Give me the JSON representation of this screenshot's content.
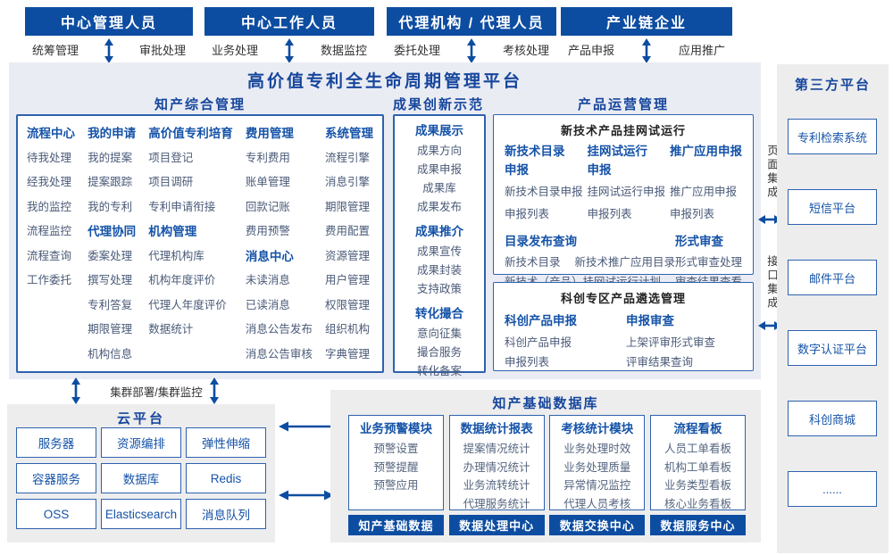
{
  "colors": {
    "header_bg": "#0d4da1",
    "box_border": "#2e62ae",
    "title_text": "#16469c",
    "heading_text": "#1553a8",
    "item_text": "#4a5a78",
    "platform_bg": "#eaecf4",
    "gray_bg": "#ededee"
  },
  "top_groups": [
    {
      "title": "中心管理人员",
      "left": "统筹管理",
      "right": "审批处理"
    },
    {
      "title": "中心工作人员",
      "left": "业务处理",
      "right": "数据监控"
    },
    {
      "title": "代理机构 / 代理人员",
      "left": "委托处理",
      "right": "考核处理"
    },
    {
      "title": "产业链企业",
      "left": "产品申报",
      "right": "应用推广"
    }
  ],
  "platform_title": "高价值专利全生命周期管理平台",
  "ip_mgmt": {
    "title": "知产综合管理",
    "columns": [
      {
        "groups": [
          {
            "heading": "流程中心",
            "items": [
              "待我处理",
              "经我处理",
              "我的监控",
              "流程监控",
              "流程查询",
              "工作委托"
            ]
          }
        ]
      },
      {
        "groups": [
          {
            "heading": "我的申请",
            "items": [
              "我的提案",
              "提案跟踪",
              "我的专利"
            ]
          },
          {
            "heading": "代理协同",
            "items": [
              "委案处理",
              "撰写处理",
              "专利答复",
              "期限管理",
              "机构信息"
            ]
          }
        ]
      },
      {
        "groups": [
          {
            "heading": "高价值专利培育",
            "items": [
              "项目登记",
              "项目调研",
              "专利申请衔接"
            ]
          },
          {
            "heading": "机构管理",
            "items": [
              "代理机构库",
              "机构年度评价",
              "代理人年度评价",
              "数据统计"
            ]
          }
        ]
      },
      {
        "groups": [
          {
            "heading": "费用管理",
            "items": [
              "专利费用",
              "账单管理",
              "回款记账",
              "费用预警"
            ]
          },
          {
            "heading": "消息中心",
            "items": [
              "未读消息",
              "已读消息",
              "消息公告发布",
              "消息公告审核"
            ]
          }
        ]
      },
      {
        "groups": [
          {
            "heading": "系统管理",
            "items": [
              "流程引擎",
              "消息引擎",
              "期限管理",
              "费用配置",
              "资源管理",
              "用户管理",
              "权限管理",
              "组织机构",
              "字典管理"
            ]
          }
        ]
      }
    ]
  },
  "achievement": {
    "title": "成果创新示范",
    "groups": [
      {
        "heading": "成果展示",
        "items": [
          "成果方向",
          "成果申报",
          "成果库",
          "成果发布"
        ]
      },
      {
        "heading": "成果推介",
        "items": [
          "成果宣传",
          "成果封装",
          "支持政策"
        ]
      },
      {
        "heading": "转化撮合",
        "items": [
          "意向征集",
          "撮合服务",
          "转化备案"
        ]
      }
    ]
  },
  "product_ops": {
    "title": "产品运营管理",
    "trial_box": {
      "subtitle": "新技术产品挂网试运行",
      "columns": [
        {
          "heading": "新技术目录申报",
          "items": [
            "新技术目录申报",
            "申报列表"
          ]
        },
        {
          "heading": "挂网试运行申报",
          "items": [
            "挂网试运行申报",
            "申报列表"
          ]
        },
        {
          "heading": "推广应用申报",
          "items": [
            "推广应用申报",
            "申报列表"
          ]
        }
      ],
      "catalog": {
        "heading": "目录发布查询",
        "row1": [
          "新技术目录",
          "新技术推广应用目录"
        ],
        "row2": "新技术（产品）挂网试运行计划"
      },
      "review": {
        "heading": "形式审查",
        "items": [
          "形式审查处理",
          "审查结果查看"
        ]
      }
    },
    "selection_box": {
      "subtitle": "科创专区产品遴选管理",
      "columns": [
        {
          "heading": "科创产品申报",
          "items": [
            "科创产品申报",
            "申报列表"
          ]
        },
        {
          "heading": "申报审查",
          "items": [
            "上架评审形式审查",
            "评审结果查询"
          ]
        }
      ]
    }
  },
  "integration": {
    "page": "页面集成",
    "api": "接口集成"
  },
  "third_party": {
    "title": "第三方平台",
    "items": [
      "专利检索系统",
      "短信平台",
      "邮件平台",
      "数字认证平台",
      "科创商城",
      "......"
    ]
  },
  "cluster_label": "集群部署/集群监控",
  "cloud": {
    "title": "云平台",
    "items": [
      "服务器",
      "资源编排",
      "弹性伸缩",
      "容器服务",
      "数据库",
      "Redis",
      "OSS",
      "Elasticsearch",
      "消息队列"
    ]
  },
  "data_platform": {
    "title": "知产基础数据库",
    "modules": [
      {
        "heading": "业务预警模块",
        "items": [
          "预警设置",
          "预警提醒",
          "预警应用"
        ]
      },
      {
        "heading": "数据统计报表",
        "items": [
          "提案情况统计",
          "办理情况统计",
          "业务流转统计",
          "代理服务统计"
        ]
      },
      {
        "heading": "考核统计模块",
        "items": [
          "业务处理时效",
          "业务处理质量",
          "异常情况监控",
          "代理人员考核"
        ]
      },
      {
        "heading": "流程看板",
        "items": [
          "人员工单看板",
          "机构工单看板",
          "业务类型看板",
          "核心业务看板"
        ]
      }
    ],
    "bars": [
      "知产基础数据",
      "数据处理中心",
      "数据交换中心",
      "数据服务中心"
    ]
  }
}
